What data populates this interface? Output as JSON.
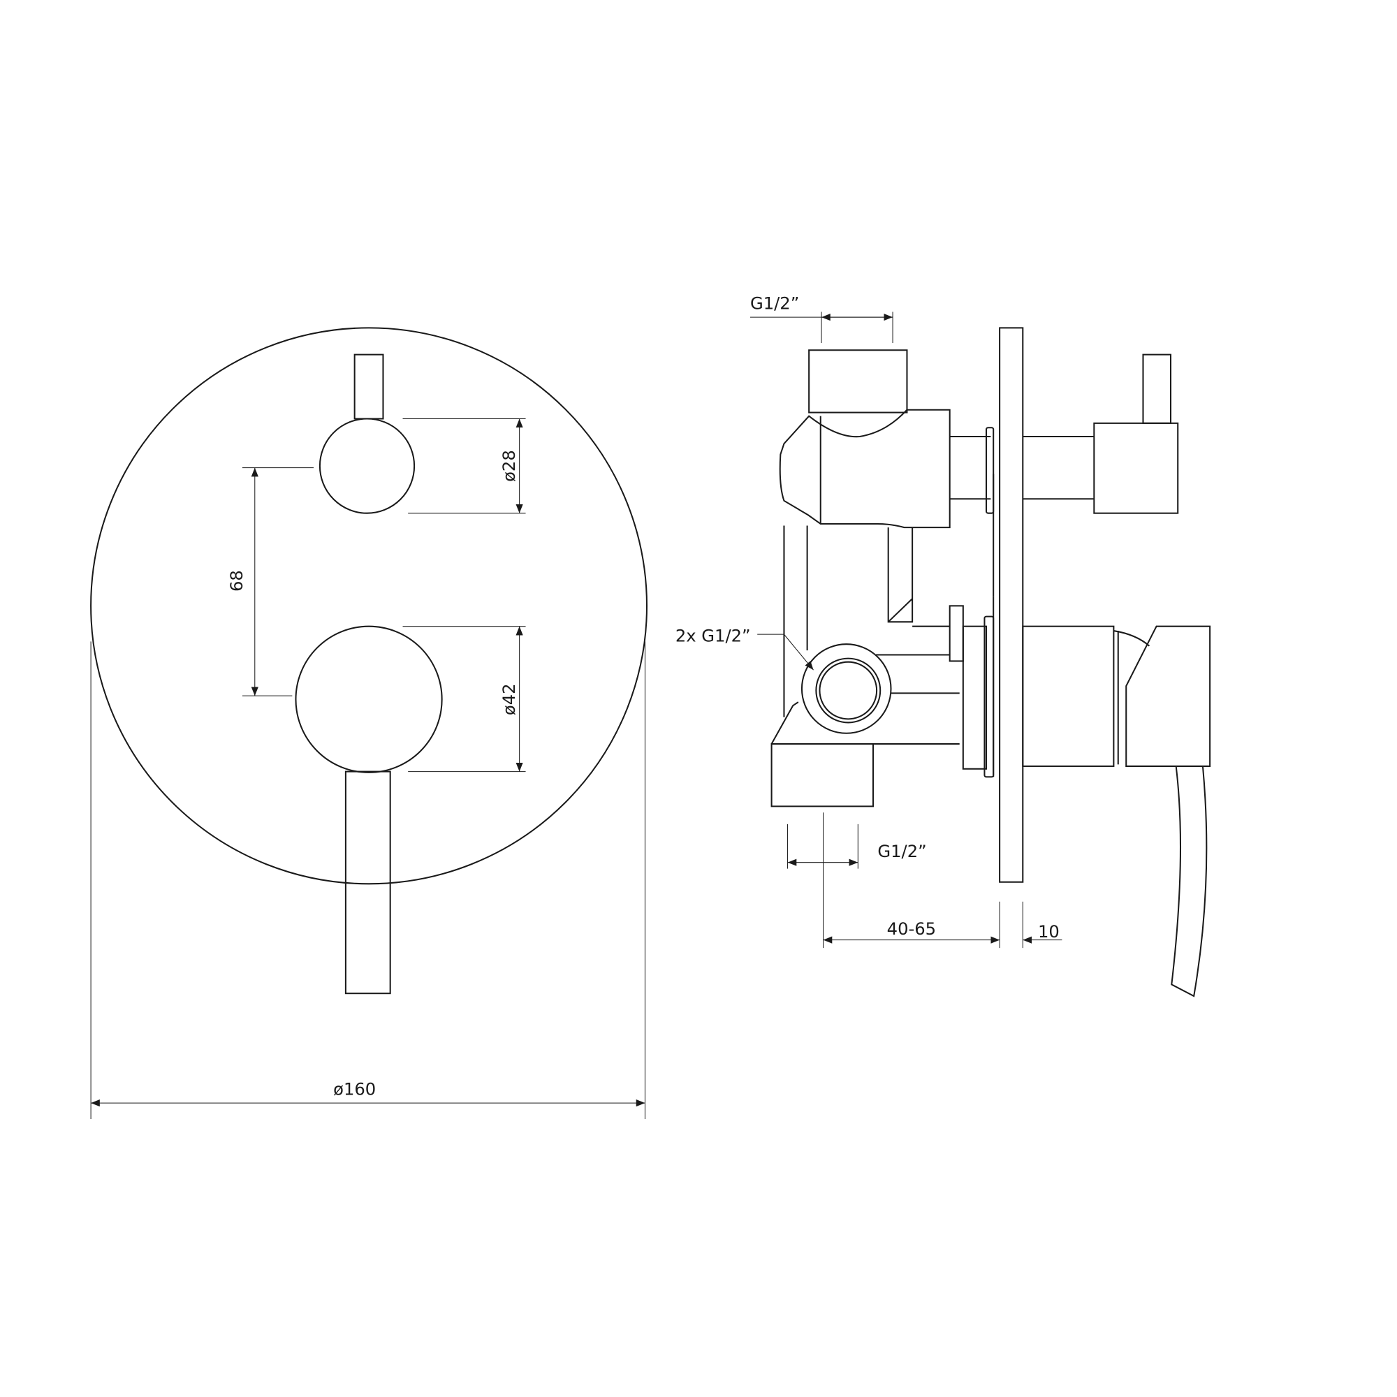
{
  "front_view": {
    "dim_knob_small": "ø28",
    "dim_center_distance": "68",
    "dim_knob_large": "ø42",
    "dim_plate": "ø160"
  },
  "side_view": {
    "dim_top_inlet": "G1/2”",
    "dim_side_outlets": "2x G1/2”",
    "dim_bottom_inlet": "G1/2”",
    "dim_depth": "40-65",
    "dim_plate_thickness": "10"
  },
  "colors": {
    "line": "#1a1a1a",
    "background": "#ffffff"
  }
}
